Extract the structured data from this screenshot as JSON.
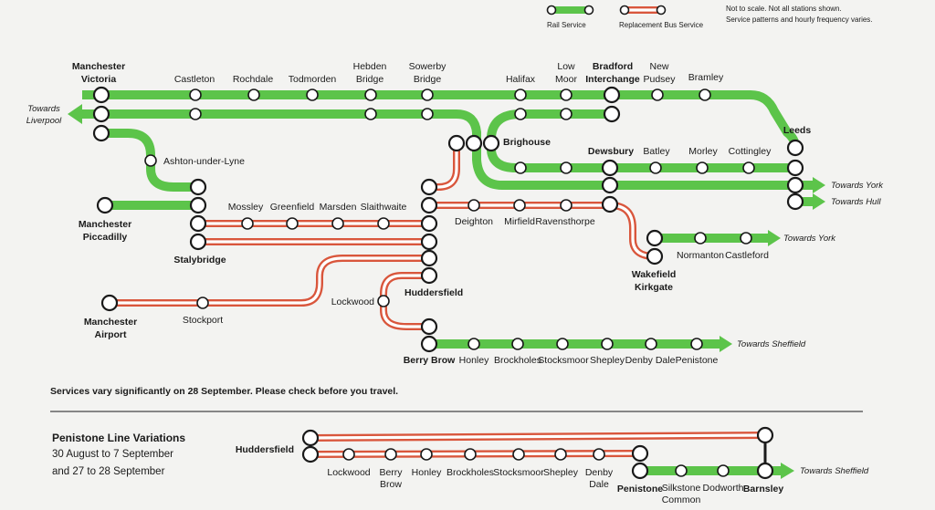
{
  "key": {
    "rail_label": "Rail Service",
    "bus_label": "Replacement Bus Service",
    "note_line1": "Not to scale. Not all stations shown.",
    "note_line2": "Service patterns and hourly frequency varies."
  },
  "colors": {
    "rail": "#5cc44a",
    "bus": "#d9563c",
    "background": "#f3f3f1"
  },
  "stations": {
    "manchester_victoria": [
      "Manchester",
      "Victoria"
    ],
    "castleton": "Castleton",
    "rochdale": "Rochdale",
    "todmorden": "Todmorden",
    "hebden_bridge": [
      "Hebden",
      "Bridge"
    ],
    "sowerby_bridge": [
      "Sowerby",
      "Bridge"
    ],
    "halifax": "Halifax",
    "low_moor": [
      "Low",
      "Moor"
    ],
    "bradford_interchange": [
      "Bradford",
      "Interchange"
    ],
    "new_pudsey": [
      "New",
      "Pudsey"
    ],
    "bramley": "Bramley",
    "leeds": "Leeds",
    "brighouse": "Brighouse",
    "dewsbury": "Dewsbury",
    "batley": "Batley",
    "morley": "Morley",
    "cottingley": "Cottingley",
    "ashton": "Ashton-under-Lyne",
    "manchester_piccadilly": [
      "Manchester",
      "Piccadilly"
    ],
    "stalybridge": "Stalybridge",
    "mossley": "Mossley",
    "greenfield": "Greenfield",
    "marsden": "Marsden",
    "slaithwaite": "Slaithwaite",
    "deighton": "Deighton",
    "mirfield": "Mirfield",
    "ravensthorpe": "Ravensthorpe",
    "wakefield_kirkgate": [
      "Wakefield",
      "Kirkgate"
    ],
    "normanton": "Normanton",
    "castleford": "Castleford",
    "lockwood": "Lockwood",
    "huddersfield": "Huddersfield",
    "manchester_airport": [
      "Manchester",
      "Airport"
    ],
    "stockport": "Stockport",
    "berry_brow": "Berry Brow",
    "honley": "Honley",
    "brockholes": "Brockholes",
    "stocksmoor": "Stocksmoor",
    "shepley": "Shepley",
    "denby_dale": "Denby Dale",
    "penistone": "Penistone"
  },
  "destinations": {
    "towards_liverpool": [
      "Towards",
      "Liverpool"
    ],
    "towards_york_leeds": "Towards York",
    "towards_hull": "Towards Hull",
    "towards_york_castleford": "Towards York",
    "towards_sheffield_main": "Towards Sheffield"
  },
  "notice": "Services vary significantly on 28 September.  Please check before you travel.",
  "penistone": {
    "title": "Penistone Line Variations",
    "dates_line1": "30 August to 7 September",
    "dates_line2": "and 27 to 28 September",
    "huddersfield": "Huddersfield",
    "lockwood": "Lockwood",
    "berry_brow": [
      "Berry",
      "Brow"
    ],
    "honley": "Honley",
    "brockholes": "Brockholes",
    "stocksmoor": "Stocksmoor",
    "shepley": "Shepley",
    "denby_dale": [
      "Denby",
      "Dale"
    ],
    "penistone": "Penistone",
    "silkstone_common": [
      "Silkstone",
      "Common"
    ],
    "dodworth": "Dodworth",
    "barnsley": "Barnsley",
    "towards_sheffield": "Towards Sheffield"
  }
}
